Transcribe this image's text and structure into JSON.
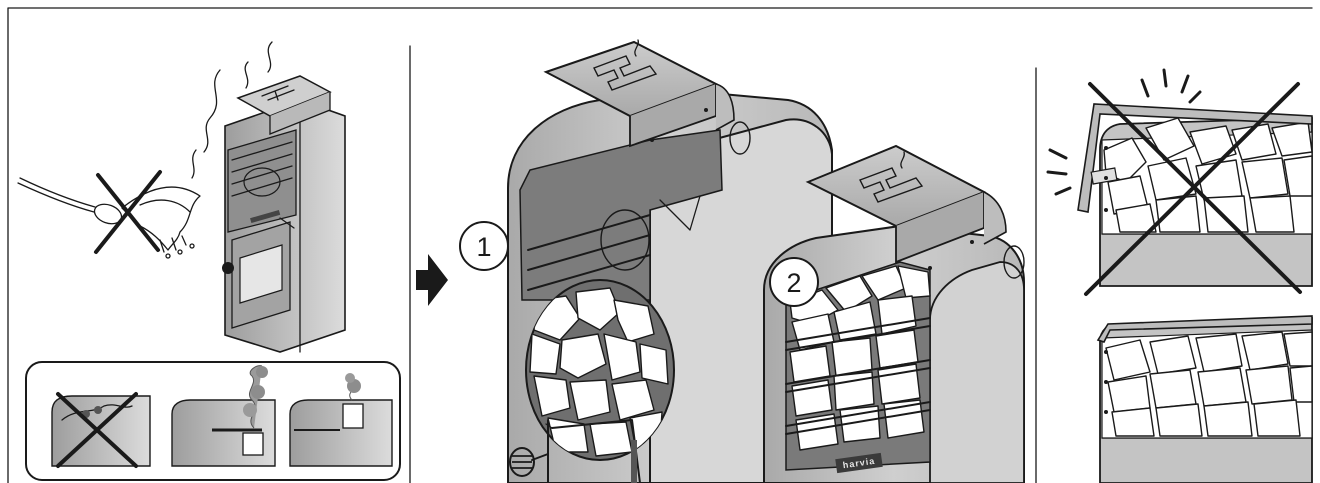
{
  "callouts": {
    "step_1": "1",
    "step_2": "2"
  },
  "brand_label": "harvia",
  "colors": {
    "stroke": "#1a1a1a",
    "stove_body": "#c9c9c9",
    "stove_body_dark": "#9a9a9a",
    "stove_inner": "#b3b3b3",
    "lid": "#bdbdbd",
    "background": "#ffffff"
  },
  "icons": {
    "arrow": "arrow-right-icon",
    "prohibited": "cross-prohibited-icon"
  }
}
